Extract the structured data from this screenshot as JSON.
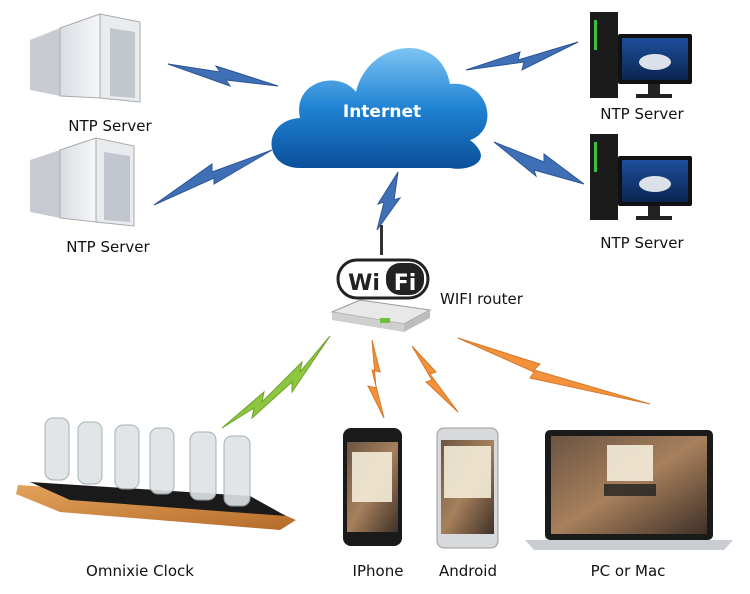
{
  "nodes": {
    "internet": "Internet",
    "ntp_left_top": "NTP Server",
    "ntp_left_bottom": "NTP Server",
    "ntp_right_top": "NTP Server",
    "ntp_right_bottom": "NTP Server",
    "router": "WIFI router",
    "wifi_logo": "WiFi",
    "clock": "Omnixie Clock",
    "iphone": "IPhone",
    "android": "Android",
    "pc": "PC or Mac"
  },
  "colors": {
    "cloud": "#1a7fd0",
    "link_wan": "#3f6fb5",
    "link_clock": "#8dc63f",
    "link_devices": "#f2923a"
  }
}
